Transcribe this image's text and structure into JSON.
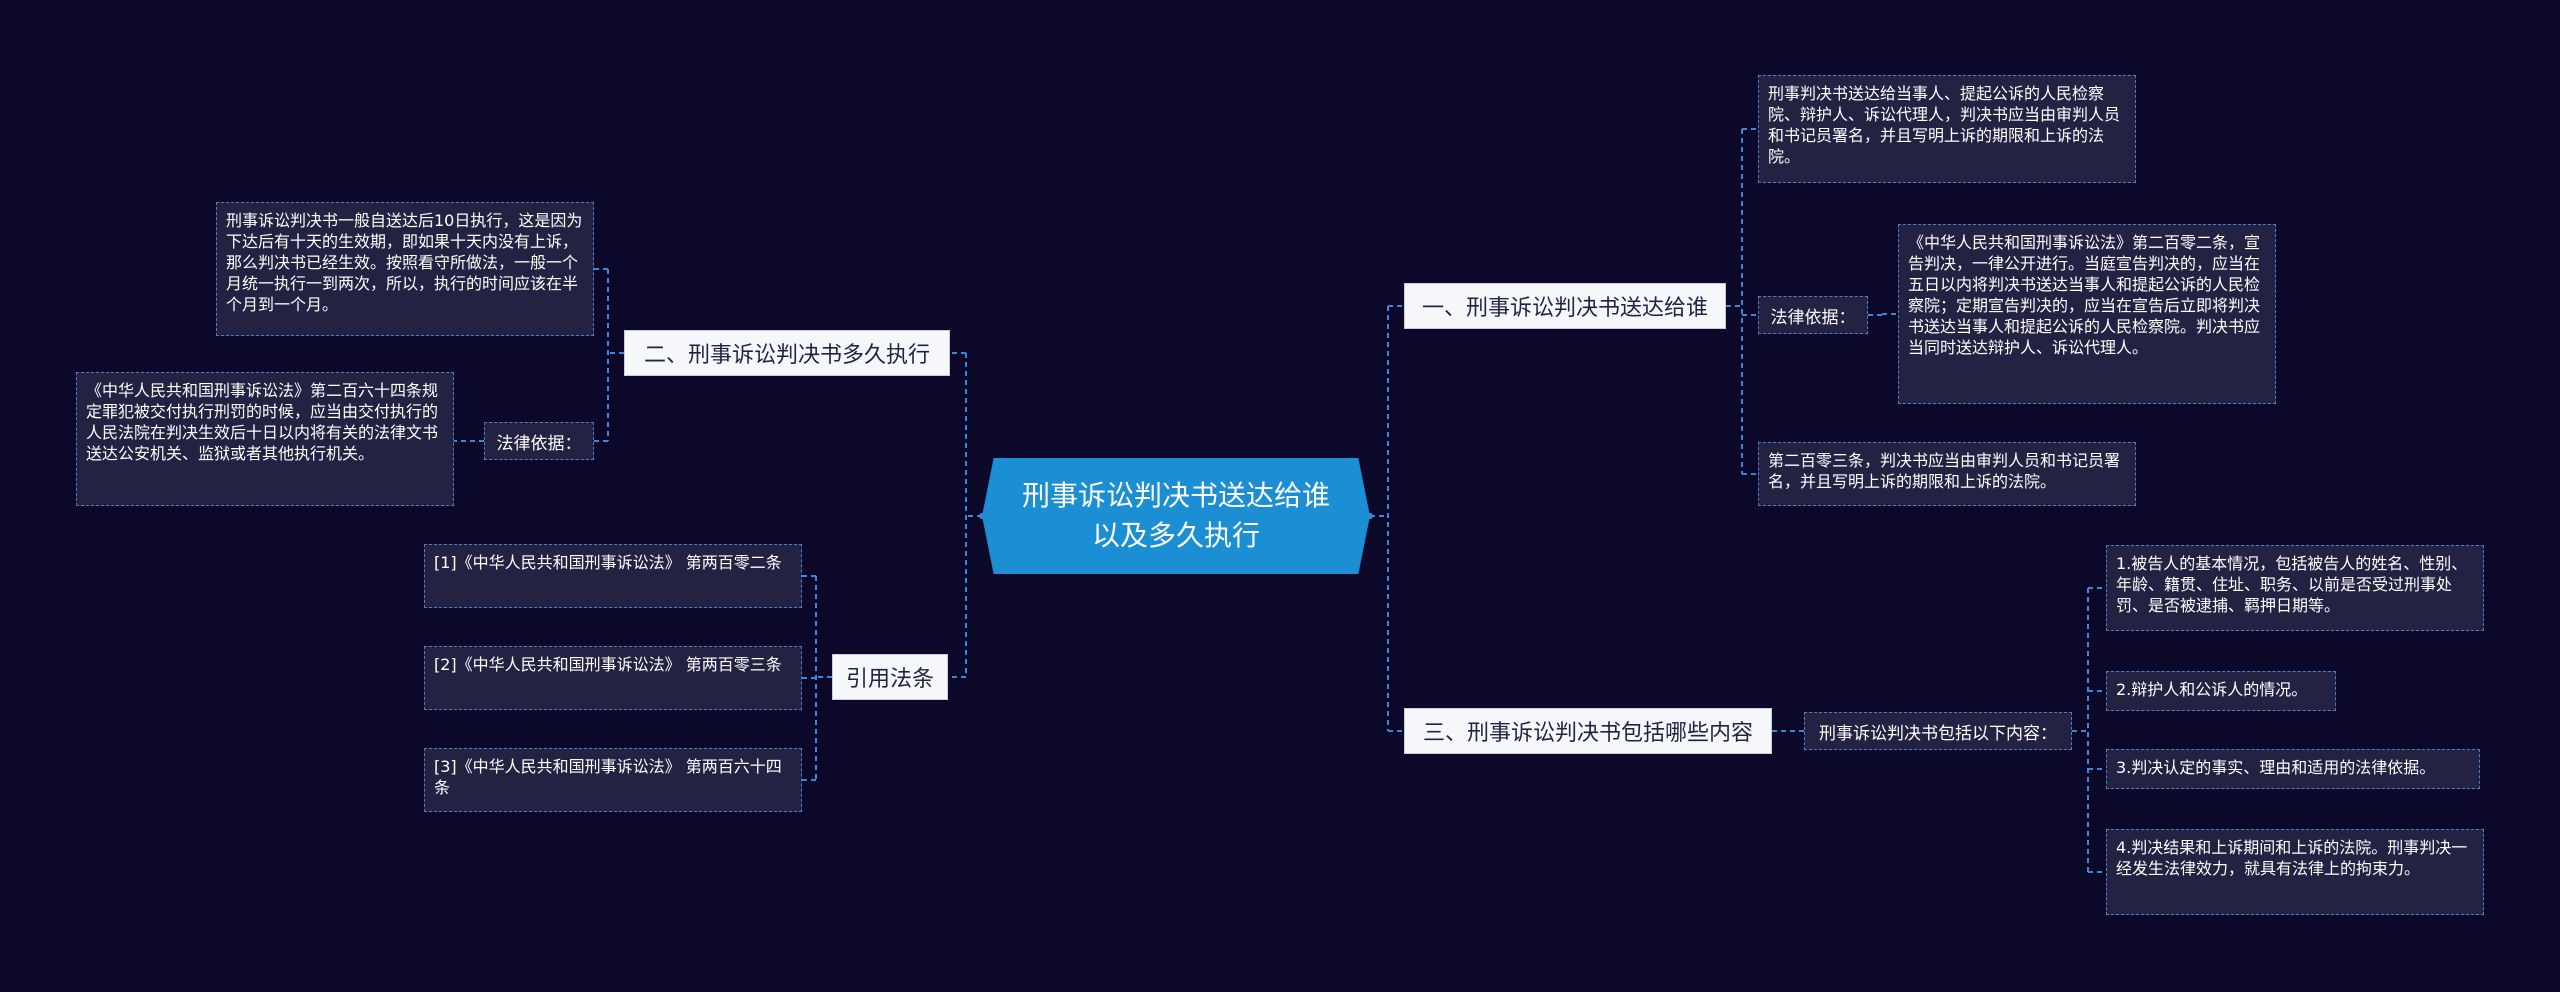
{
  "root": {
    "line1": "刑事诉讼判决书送达给谁",
    "line2": "以及多久执行"
  },
  "colors": {
    "background": "#0b0829",
    "root": "#1b8ed4",
    "branch": "#f5f7fb",
    "leaf": "#232243",
    "connector": "#3d86d6"
  },
  "right": {
    "b1": {
      "label": "一、刑事诉讼判决书送达给谁",
      "leaf1": "刑事判决书送达给当事人、提起公诉的人民检察院、辩护人、诉讼代理人，判决书应当由审判人员和书记员署名，并且写明上诉的期限和上诉的法院。",
      "law_label": "法律依据：",
      "law_text": "《中华人民共和国刑事诉讼法》第二百零二条，宣告判决，一律公开进行。当庭宣告判决的，应当在五日以内将判决书送达当事人和提起公诉的人民检察院；定期宣告判决的，应当在宣告后立即将判决书送达当事人和提起公诉的人民检察院。判决书应当同时送达辩护人、诉讼代理人。",
      "leaf3": "第二百零三条，判决书应当由审判人员和书记员署名，并且写明上诉的期限和上诉的法院。"
    },
    "b3": {
      "label": "三、刑事诉讼判决书包括哪些内容",
      "sub": "刑事诉讼判决书包括以下内容：",
      "items": [
        "1.被告人的基本情况，包括被告人的姓名、性别、年龄、籍贯、住址、职务、以前是否受过刑事处罚、是否被逮捕、羁押日期等。",
        "2.辩护人和公诉人的情况。",
        "3.判决认定的事实、理由和适用的法律依据。",
        "4.判决结果和上诉期间和上诉的法院。刑事判决一经发生法律效力，就具有法律上的拘束力。"
      ]
    }
  },
  "left": {
    "b2": {
      "label": "二、刑事诉讼判决书多久执行",
      "leaf1": "刑事诉讼判决书一般自送达后10日执行，这是因为下达后有十天的生效期，即如果十天内没有上诉，那么判决书已经生效。按照看守所做法，一般一个月统一执行一到两次，所以，执行的时间应该在半个月到一个月。",
      "law_label": "法律依据：",
      "law_text": "《中华人民共和国刑事诉讼法》第二百六十四条规定罪犯被交付执行刑罚的时候，应当由交付执行的人民法院在判决生效后十日以内将有关的法律文书送达公安机关、监狱或者其他执行机关。"
    },
    "b4": {
      "label": "引用法条",
      "refs": [
        "[1]《中华人民共和国刑事诉讼法》 第两百零二条",
        "[2]《中华人民共和国刑事诉讼法》 第两百零三条",
        "[3]《中华人民共和国刑事诉讼法》 第两百六十四条"
      ]
    }
  }
}
